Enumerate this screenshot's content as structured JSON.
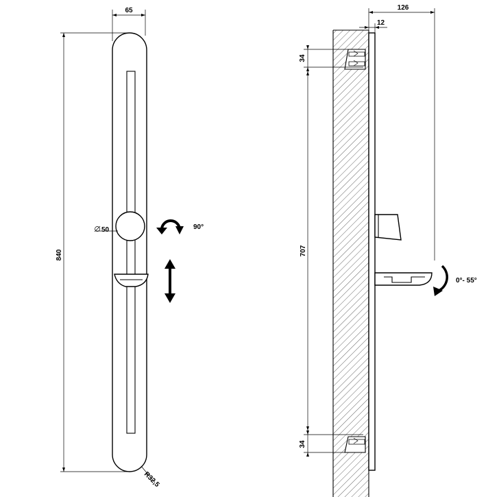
{
  "front_view": {
    "width_label": "65",
    "height_label": "840",
    "diameter_label": "50",
    "radius_label": "R32,5",
    "rotation_label": "90°",
    "rotation_icon": "rotate-arrow-icon",
    "slide_icon": "up-down-arrow-icon"
  },
  "side_view": {
    "depth_label": "126",
    "plate_label": "12",
    "top_bracket_label": "34",
    "bottom_bracket_label": "34",
    "span_label": "707",
    "tilt_label": "0°- 55°",
    "tilt_icon": "tilt-arrow-icon"
  }
}
